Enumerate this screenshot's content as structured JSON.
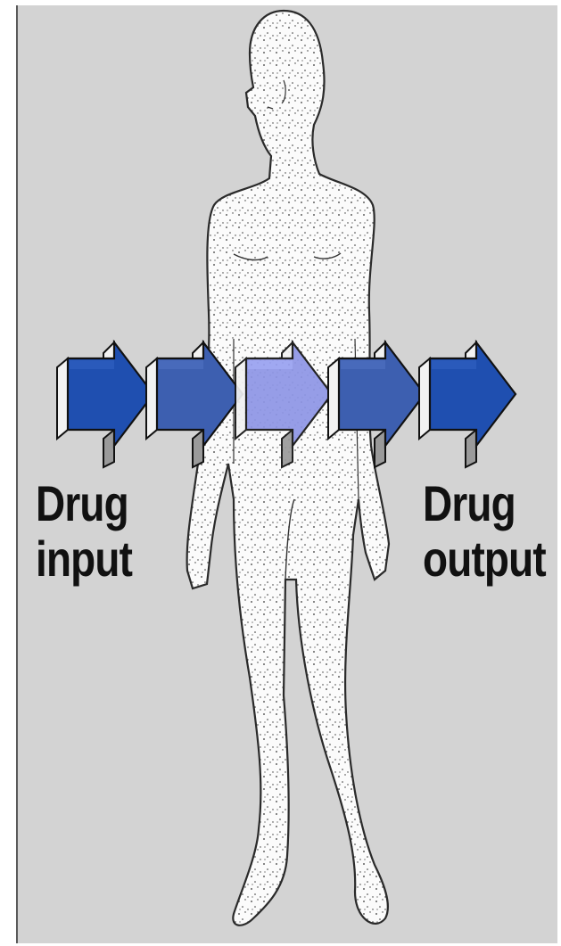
{
  "labels": {
    "input_line1": "Drug",
    "input_line2": "input",
    "output_line1": "Drug",
    "output_line2": "output"
  },
  "colors": {
    "background": "#d3d3d3",
    "figure_fill": "#fbfbfb",
    "figure_stroke": "#2a2a2a",
    "arrow_dark_blue": "#1f4fb0",
    "arrow_mid_blue": "#3d5fb0",
    "arrow_light_blue": "#8e96e6",
    "arrow_side_face": "#f2f2f2"
  },
  "arrows": [
    {
      "name": "input-arrow-icon",
      "color": "#1f4fb0"
    },
    {
      "name": "absorption-arrow-icon",
      "color": "#3d5fb0"
    },
    {
      "name": "distribution-arrow-icon",
      "color": "#8e96e6"
    },
    {
      "name": "metabolism-arrow-icon",
      "color": "#3d5fb0"
    },
    {
      "name": "output-arrow-icon",
      "color": "#1f4fb0"
    }
  ]
}
